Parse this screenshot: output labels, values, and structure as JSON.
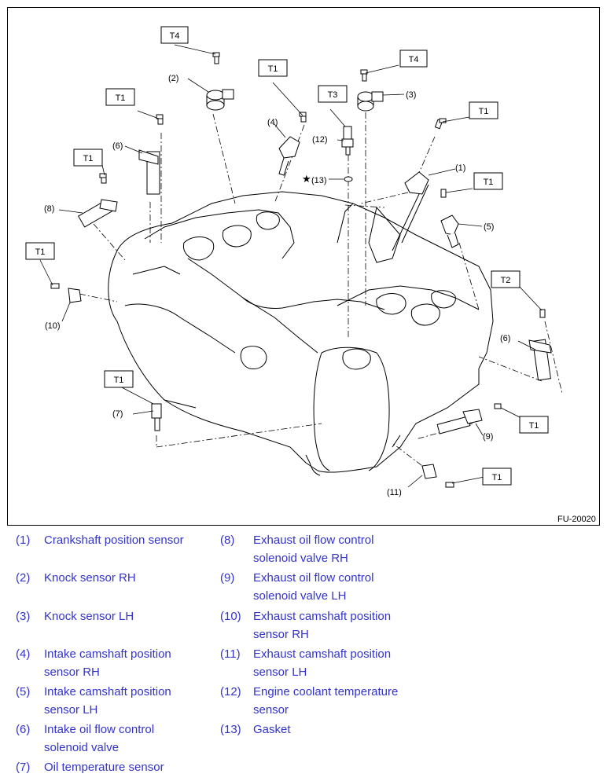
{
  "figure": {
    "id": "FU-20020",
    "torque_labels": [
      "T4",
      "T1",
      "T1",
      "T3",
      "T4",
      "T1",
      "T1",
      "T1",
      "T1",
      "T2",
      "T1",
      "T1",
      "T1"
    ],
    "callouts": [
      "(1)",
      "(2)",
      "(3)",
      "(4)",
      "(5)",
      "(6)",
      "(6)",
      "(7)",
      "(8)",
      "(9)",
      "(10)",
      "(11)",
      "(12)",
      "(13)"
    ],
    "star_symbol": "★"
  },
  "legend": [
    {
      "num": "(1)",
      "text": "Crankshaft position sensor"
    },
    {
      "num": "(2)",
      "text": "Knock sensor RH"
    },
    {
      "num": "(3)",
      "text": "Knock sensor LH"
    },
    {
      "num": "(4)",
      "text": "Intake camshaft position sensor RH"
    },
    {
      "num": "(5)",
      "text": "Intake camshaft position sensor LH"
    },
    {
      "num": "(6)",
      "text": "Intake oil flow control solenoid valve"
    },
    {
      "num": "(7)",
      "text": "Oil temperature sensor"
    },
    {
      "num": "(8)",
      "text": "Exhaust oil flow control solenoid valve RH"
    },
    {
      "num": "(9)",
      "text": "Exhaust oil flow control solenoid valve LH"
    },
    {
      "num": "(10)",
      "text": "Exhaust camshaft position sensor RH"
    },
    {
      "num": "(11)",
      "text": "Exhaust camshaft position sensor LH"
    },
    {
      "num": "(12)",
      "text": "Engine coolant temperature sensor"
    },
    {
      "num": "(13)",
      "text": "Gasket"
    }
  ],
  "colors": {
    "legend_text": "#3333cc",
    "frame": "#000000"
  }
}
